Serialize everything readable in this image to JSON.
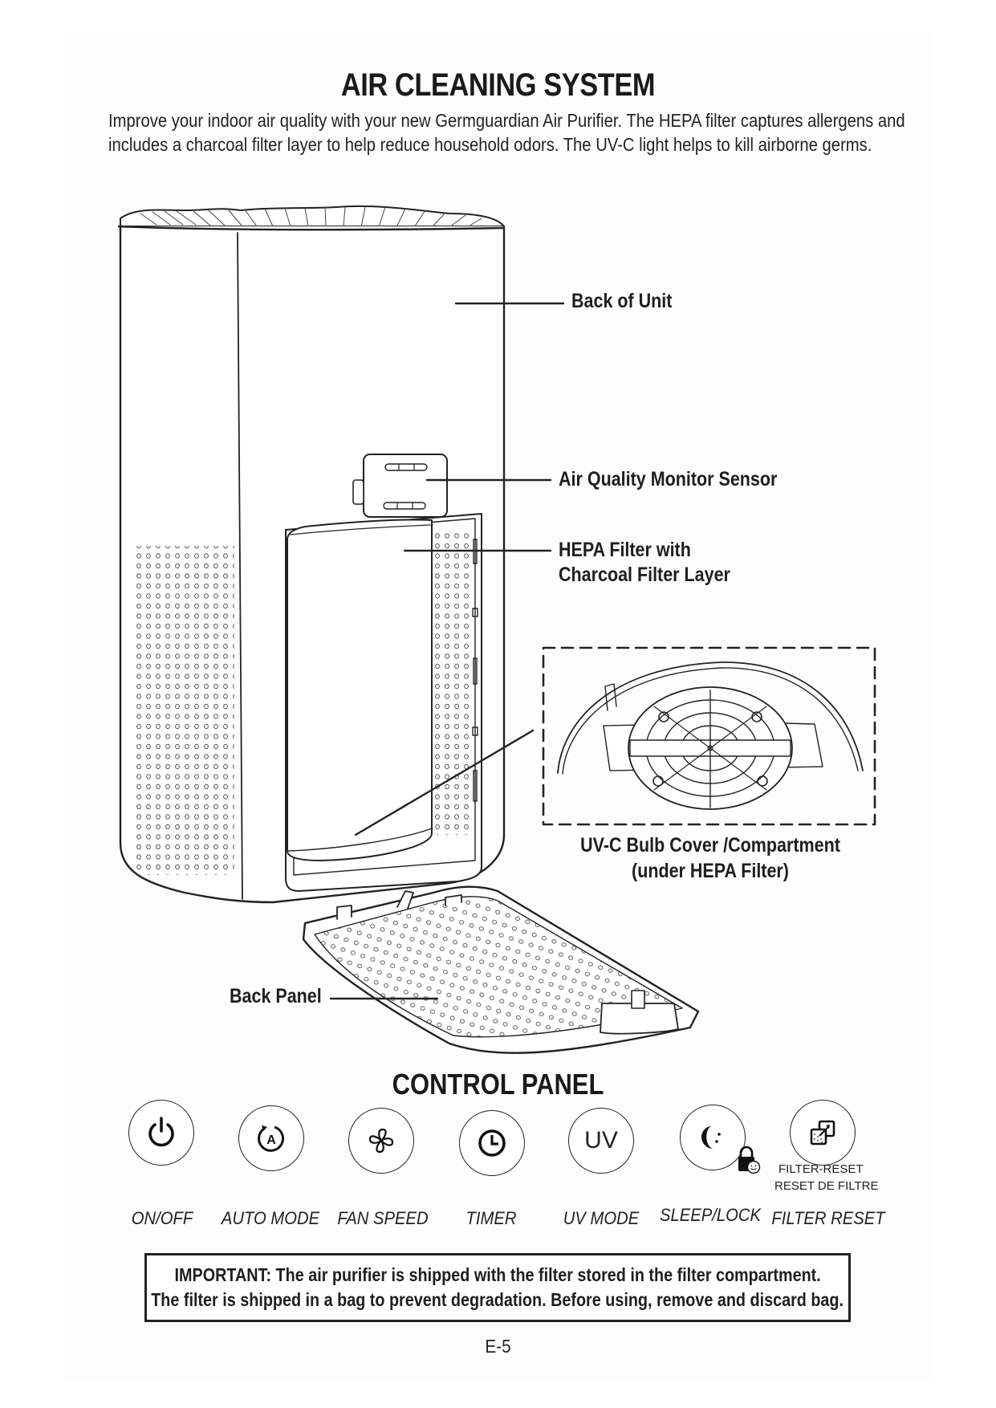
{
  "header": {
    "title": "AIR CLEANING SYSTEM",
    "intro": "Improve your indoor air quality with your new Germguardian Air Purifier. The HEPA filter captures allergens and includes a charcoal filter layer to help reduce household odors. The UV-C light helps to kill airborne germs."
  },
  "diagram": {
    "callouts": {
      "back_of_unit": "Back of Unit",
      "air_quality_sensor": "Air Quality Monitor Sensor",
      "hepa_line1": "HEPA Filter with",
      "hepa_line2": "Charcoal Filter Layer",
      "uvc_line1": "UV-C Bulb Cover /Compartment",
      "uvc_line2": "(under HEPA Filter)",
      "back_panel": "Back Panel"
    }
  },
  "control_panel": {
    "title": "CONTROL PANEL",
    "buttons": [
      {
        "label": "ON/OFF",
        "icon": "power-icon"
      },
      {
        "label": "AUTO MODE",
        "icon": "auto-mode-icon"
      },
      {
        "label": "FAN SPEED",
        "icon": "fan-icon"
      },
      {
        "label": "TIMER",
        "icon": "clock-icon"
      },
      {
        "label": "UV MODE",
        "icon": "uv-icon",
        "icon_text": "UV"
      },
      {
        "label": "SLEEP/LOCK",
        "icon": "moon-lock-icon"
      },
      {
        "label": "FILTER RESET",
        "icon": "filter-reset-icon"
      }
    ],
    "filter_reset_caption_en": "FILTER-RESET",
    "filter_reset_caption_fr": "RESET DE FILTRE"
  },
  "notice": {
    "line1": "IMPORTANT: The air purifier is shipped with the filter stored in the filter compartment.",
    "line2": "The filter is shipped in a bag to prevent degradation. Before using, remove and discard bag."
  },
  "footer": {
    "page_number": "E-5"
  }
}
